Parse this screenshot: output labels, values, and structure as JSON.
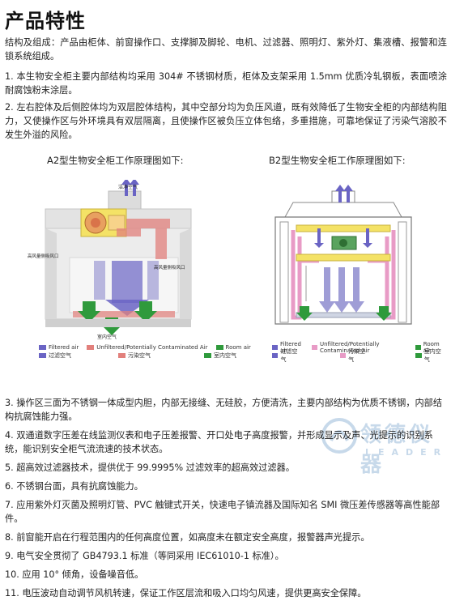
{
  "page": {
    "title": "产品特性",
    "intro": "结构及组成：产品由柜体、前窗操作口、支撑脚及脚轮、电机、过滤器、照明灯、紫外灯、集液槽、报警和连锁系统组成。",
    "point1": "1. 本生物安全柜主要内部结构均采用 304# 不锈钢材质，柜体及支架采用 1.5mm 优质冷轧钢板，表面喷涂耐腐蚀粉末涂层。",
    "point2": "2. 左右腔体及后侧腔体均为双层腔体结构，其中空部分均为负压风道，既有效降低了生物安全柜的内部结构阻力，又使操作区与外环境具有双层隔离，且使操作区被负压立体包络，多重措施，可靠地保证了污染气溶胶不发生外溢的风险。"
  },
  "diagrams": {
    "a2": {
      "caption": "A2型生物安全柜工作原理图如下:",
      "label_clean": "洁净空气",
      "label_side_left": "高风量侧吸风口",
      "label_side_right": "高风量侧吸风口",
      "label_room": "室内空气",
      "legend": [
        {
          "en": "Filtered air",
          "cn": "过滤空气",
          "color": "#6a64c4"
        },
        {
          "en": "Unfiltered/Potentially Contaminated Air",
          "cn": "污染空气",
          "color": "#e2807c"
        },
        {
          "en": "Room air",
          "cn": "室内空气",
          "color": "#2f9a3c"
        }
      ]
    },
    "b2": {
      "caption": "B2型生物安全柜工作原理图如下:",
      "legend": [
        {
          "en": "Filtered air",
          "cn": "过滤空气",
          "color": "#6a64c4"
        },
        {
          "en": "Unfiltered/Potentially Contaminated Air",
          "cn": "污染空气",
          "color": "#e89bc6"
        },
        {
          "en": "Room air",
          "cn": "室内空气",
          "color": "#2f9a3c"
        }
      ]
    }
  },
  "features": [
    "3. 操作区三面为不锈钢一体成型内胆，内部无接缝、无硅胶，方便清洗，主要内部结构为优质不锈钢，内部结构抗腐蚀能力强。",
    "4. 双通道数字压差在线监测仪表和电子压差报警、开口处电子高度报警，并形成显示及声、光提示的识别系统，能识别安全柜气流流速的技术状态。",
    "5. 超高效过滤器技术，提供优于 99.9995% 过滤效率的超高效过滤器。",
    "6. 不锈钢台面，具有抗腐蚀能力。",
    "7. 应用紫外灯灭菌及照明灯管、PVC 触键式开关，快速电子镇流器及国际知名 SMI 微压差传感器等高性能部件。",
    "8. 前窗能开启在行程范围内的任何高度位置，如高度未在额定安全高度，报警器声光提示。",
    "9. 电气安全贯彻了 GB4793.1 标准（等同采用 IEC61010-1 标准）。",
    "10. 应用 10° 倾角，设备噪音低。",
    "11. 电压波动自动调节风机转速，保证工作区层流和吸入口均匀风速，提供更高安全保障。"
  ],
  "watermark": {
    "cn": "领德仪器",
    "en": "LEADER"
  },
  "colors": {
    "filtered": "#6a64c4",
    "contaminated": "#e2807c",
    "room": "#2f9a3c",
    "filter_yellow": "#f4e266"
  }
}
